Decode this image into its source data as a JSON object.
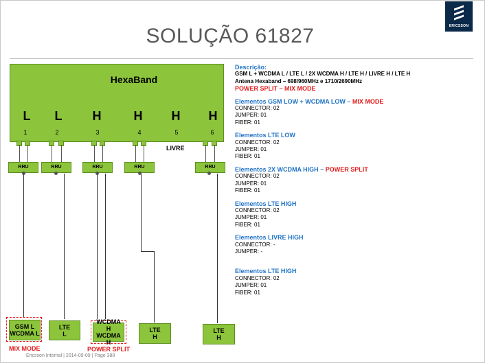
{
  "title": "SOLUÇÃO 61827",
  "logo": {
    "label": "ERICSSON"
  },
  "hexaband": {
    "title": "HexaBand",
    "bands": [
      {
        "letter": "L",
        "num": "1"
      },
      {
        "letter": "L",
        "num": "2"
      },
      {
        "letter": "H",
        "num": "3"
      },
      {
        "letter": "H",
        "num": "4"
      },
      {
        "letter": "H",
        "num": "5"
      },
      {
        "letter": "H",
        "num": "6"
      }
    ],
    "livre_label": "LIVRE"
  },
  "rru_label": "RRU",
  "antennas": [
    {
      "line1": "GSM L",
      "line2": "WCDMA L"
    },
    {
      "line1": "LTE",
      "line2": "L"
    },
    {
      "line1": "WCDMA H",
      "line2": "WCDMA H"
    },
    {
      "line1": "LTE",
      "line2": "H"
    },
    {
      "line1": "LTE",
      "line2": "H"
    }
  ],
  "captions": {
    "mix_mode": "MIX MODE",
    "power_split": "POWER SPLIT"
  },
  "description": {
    "heading": "Descrição:",
    "line1": "GSM L + WCDMA L / LTE L / 2X WCDMA H / LTE H / LIVRE H / LTE H",
    "line2": "Antena Hexaband – 698/960MHz  e  1710/2690MHz",
    "line3": "POWER SPLIT – MIX MODE"
  },
  "elements": [
    {
      "title": "Elementos GSM LOW + WCDMA LOW",
      "suffix": "MIX MODE",
      "sep": " – ",
      "connector": "CONNECTOR: 02",
      "jumper": "JUMPER: 01",
      "fiber": "FIBER: 01"
    },
    {
      "title": "Elementos LTE LOW",
      "suffix": "",
      "sep": "",
      "connector": "CONNECTOR: 02",
      "jumper": "JUMPER: 01",
      "fiber": "FIBER: 01"
    },
    {
      "title": "Elementos 2X WCDMA HIGH",
      "suffix": "POWER SPLIT",
      "sep": " – ",
      "connector": "CONNECTOR: 02",
      "jumper": "JUMPER: 01",
      "fiber": "FIBER: 01"
    },
    {
      "title": "Elementos LTE HIGH",
      "suffix": "",
      "sep": "",
      "connector": "CONNECTOR: 02",
      "jumper": "JUMPER: 01",
      "fiber": "FIBER: 01"
    },
    {
      "title": "Elementos LIVRE HIGH",
      "suffix": "",
      "sep": "",
      "connector": "CONNECTOR: -",
      "jumper": "JUMPER: -",
      "fiber": ""
    },
    {
      "title": "Elementos LTE HIGH",
      "suffix": "",
      "sep": "",
      "connector": "CONNECTOR: 02",
      "jumper": "JUMPER: 01",
      "fiber": "FIBER: 01"
    }
  ],
  "footer": "Ericsson Internal  |  2014-09-09  |  Page 388",
  "colors": {
    "green": "#8cc43c",
    "blue": "#1f72c4",
    "red": "#e41b1b",
    "navy": "#0b2a4a"
  }
}
